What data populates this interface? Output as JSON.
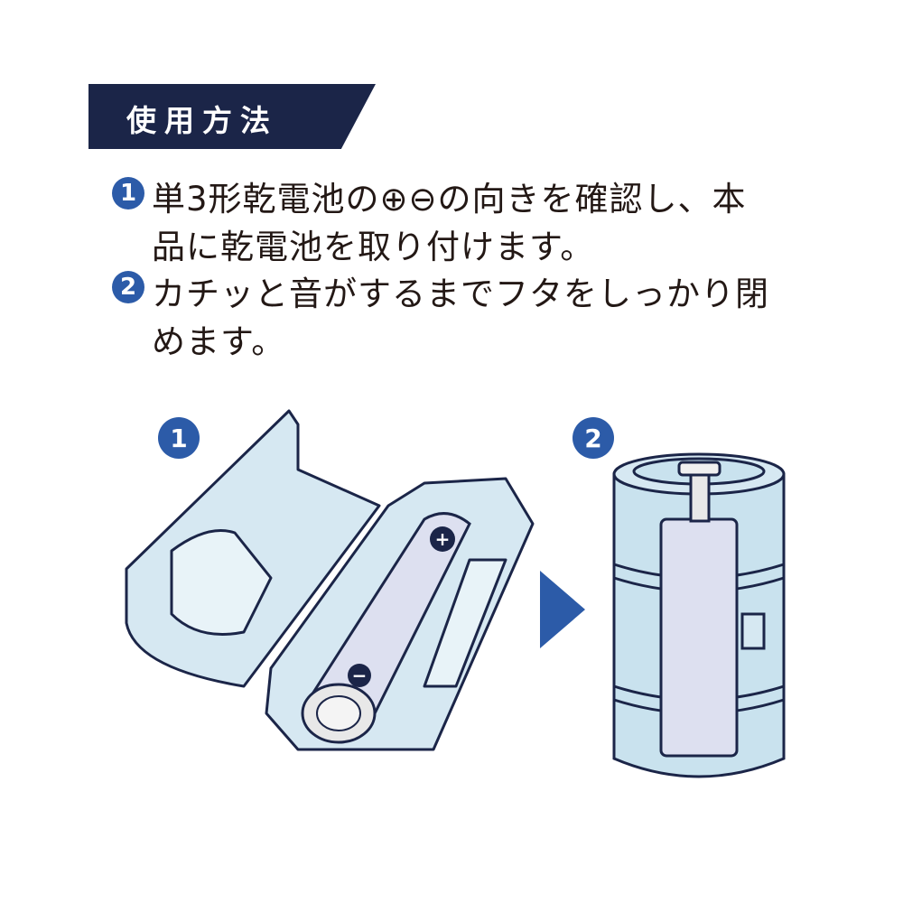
{
  "header": {
    "title": "使用方法"
  },
  "steps": [
    {
      "number": "1",
      "lines": [
        "単3形乾電池の⊕⊖の向きを確認し、本",
        "品に乾電池を取り付けます。"
      ]
    },
    {
      "number": "2",
      "lines": [
        "カチッと音がするまでフタをしっかり閉",
        "めます。"
      ]
    }
  ],
  "figures": {
    "fig1_label": "1",
    "fig2_label": "2",
    "plus": "+",
    "minus": "−"
  },
  "colors": {
    "navy": "#1b2548",
    "blue": "#2c5ba8",
    "light_blue": "#d6e8f2"
  }
}
